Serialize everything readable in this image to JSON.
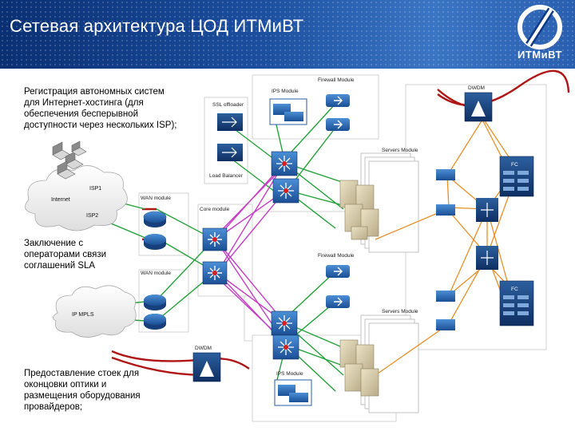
{
  "header": {
    "title": "Сетевая архитектура ЦОД ИТМиВТ",
    "brand": "ИТМиВТ"
  },
  "notes": {
    "isp_note_lines": [
      "Регистрация автономных систем",
      "для Интернет-хостинга  (для",
      "обеспечения бесперывной",
      "доступности через нескольких ISP);"
    ],
    "sla_note_lines": [
      "Заключение с",
      "операторами связи",
      "соглашений SLA"
    ],
    "racks_note_lines": [
      "Предоставление стоек для",
      "оконцовки оптики и",
      "размещения оборудования",
      "провайдеров;"
    ]
  },
  "diagram": {
    "firewall_module_1": "Firewall Module",
    "firewall_module_2": "Firewall Module",
    "ips_module_1": "IPS Module",
    "ips_module_2": "IPS Module",
    "ssl_offloader": "SSL offloader",
    "load_balancer": "Load Balancer",
    "servers_module_1": "Servers Module",
    "servers_module_2": "Servers Module",
    "core_module": "Core module",
    "wan_module_1": "WAN module",
    "wan_module_2": "WAN module",
    "internet": "Internet",
    "isp1": "ISP1",
    "isp2": "ISP2",
    "ip_mpls": "IP MPLS",
    "dwdm_1": "DWDM",
    "dwdm_2": "DWDM",
    "fc_1": "FC",
    "fc_2": "FC"
  },
  "colors": {
    "lan": "#26a23a",
    "storage": "#e98f26",
    "core_links": "#c53ec4",
    "wan_links": "#b01616"
  }
}
